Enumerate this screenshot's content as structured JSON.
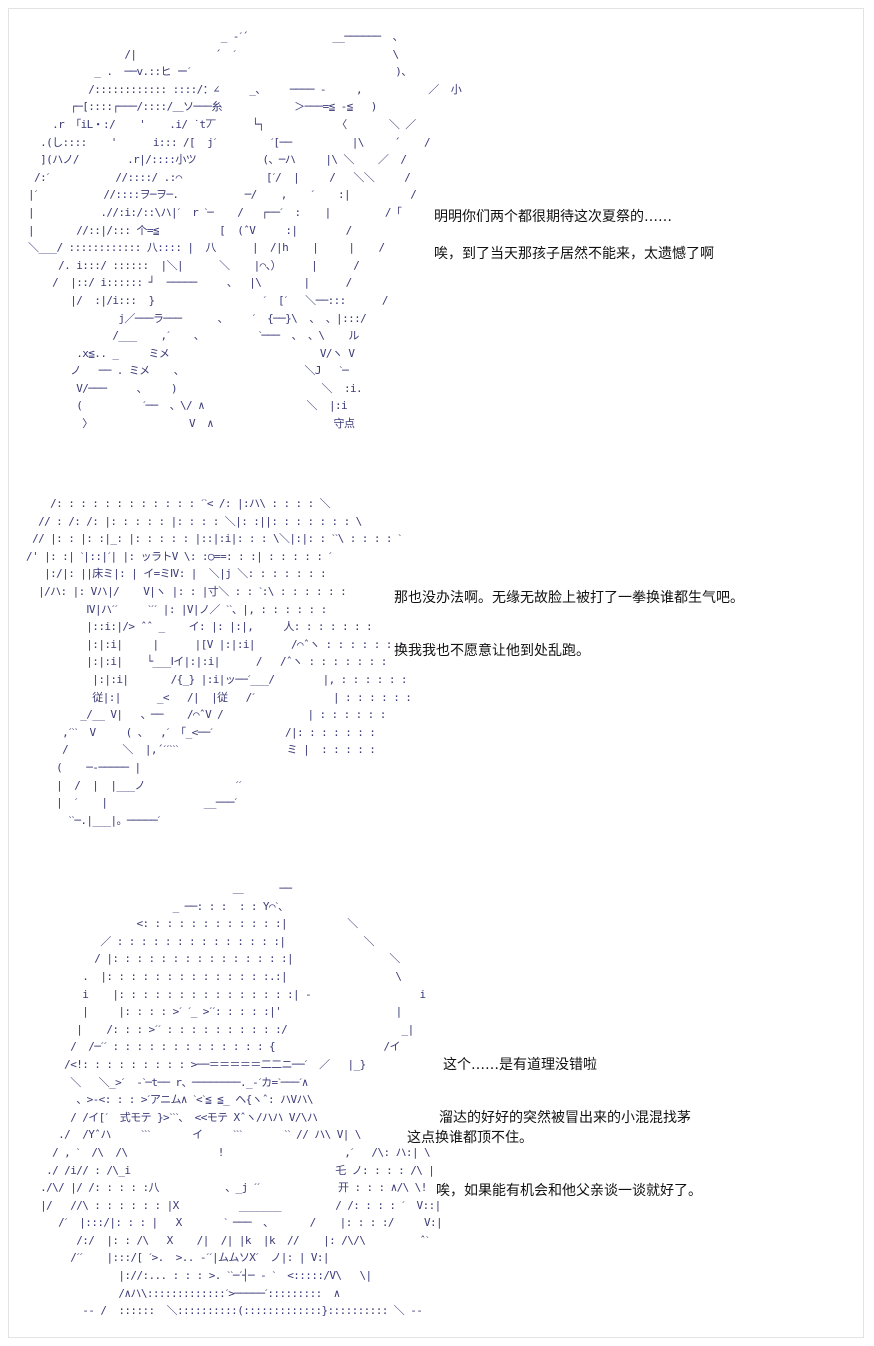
{
  "panels": [
    {
      "art": "                                  _ -ˊ´              __──────  、\n                  /|             ´  ˊ                          \\\n             _ .  ──v.::ヒ ーˊ                                  )、\n            /:::::::::::: ::::/：∠     _、    ──── -     ,           ／  小\n         ┌─[::::┌───/::::/＿ソ───糸            ＞───=≦ -≦   )\n      .r 「iL・:/    '    .i/ ˙t丆      └┐            〈       ＼ ／\n    .(し::::    '      i::: /[  jˊ         ˊ[──          |\\     ´    /\n    ](ハノ/        .r|/::::小ツ           (、─ハ     |\\ ＼    ／  /\n   /:ˊ           //::::/ .:⌒              [ˊ/  |     /   ＼＼     /\n  |ˊ           //::::ヲ─ヲ─.           ─/    ,    ˊ    :|          /\n  |           .//:i:/::\\ハ|ˊ  r ˋ─    /   ┌──ˊ  :    |         /「\n  |       //::|/::: 个=≦          [  (ˆV     :|        /\n  ＼___/ :::::::::::: 八:::: |  八      |  /|h    |     |    /\n       /. i:::/ ::::::  |＼|      ＼    |⌒、）     |      /\n      /  |::/ i:::::: ┘  ─────     、  |\\       |      /\n         |/  :|/i:::  }                  ˊ  [ˊ   ＼──:::      /\n                 j／───ラ───      、    ˊ  {──}\\  、 、|:::/\n                /___    ,ˊ    、         ˋ───  、 、\\    ル\n          .x≦.. _     ミメ                         V/ヽ V\n         ノ   ── . ミメ    、                    ＼J   ˋ─\n          V/───     、    )                        ＼  :i.\n          (          ˊ──  、\\/ ∧                 ＼  |:i\n           〉                V  ∧                    守点",
      "lines": [
        "明明你们两个都很期待这次夏祭的……",
        "唉，到了当天那孩子居然不能来，太遗憾了啊"
      ]
    },
    {
      "art": "      /: : : : : : : : : : : : ˊˋ< /: |:ハ\\ : : : : ＼\n    // : /: /: |: : : : : |: : : : ＼|: :||: : : : : : : \\\n   // |: : |: :|_: |: : : : : |::|:i|: : : \\＼|:|: : ˋˋ\\ : : : : ˋ\n  /' |: :| ˋ|::|ˊ| |: ッラトV \\: :○==: : :| : : : : : ˊ\n     |:/|: ||床ミ|: | イ=ミⅠV: |  ＼|j ＼: : : : : : :\n    |/ハ: |: Vハ|/    V|ヽ |: : |寸＼ : : ˋ:\\ : : : : : :\n            ⅠV|ハˊˊ     ˋˊˊ |: |V|ノ／ ˋˋ、|, : : : : : :\n            |::i:|/> ˆˆ _    イ: |: |:|,     人: : : : : : :\n            |:|:i|     |      |[V |:|:i|      /⌒ˆヽ : : : : : : :\n            |:|:i|    └___Ⅰイ|:|:i|      /   /ˆヽ : : : : : : :\n             |:|:i|       /{_} |:i|ッ──ˊ___/        |, : : : : : :\n             従|:|      _<   /|  |従   /ˊ             | : : : : : :\n           _/__ V|   、──    /⌒ˆV /              | : : : : : :\n        ,ˊˋˋ  V     ( 、  ,ˊ 「_<──ˊ            /|: : : : : : :\n        /         ＼  |,´ˊˊˋˋˋ                  ミ |  : : : : :\n       (    ─-───── |\n       |  /  |  |___ノ               ˊˊ\n       |  ˊ    |                __───ˊ\n         ˋˋ─.|___|。─────ˊ",
      "lines": [
        "那也没办法啊。无缘无故脸上被打了一拳换谁都生气吧。",
        "换我我也不愿意让他到处乱跑。"
      ]
    },
    {
      "art": "                                    ＿      ──\n                          _ ──: : :  : : Y⌒ˋ、\n                    <: : : : : : : : : : : :|          ＼\n              ／ : : : : : : : : : : : : : :|             ＼\n             / |: : : : : : : : : : : : : : :|                ＼\n           .  |: : : : : : : : : : : : : :.:|                  \\\n           i    |: : : : : : : : : : : : : : :| -                  i\n           |     |: : : : >ˊ ˊ_ >ˊˊ: : : : :|'                   |\n          |    /: : : >ˊˊ : : : : : : : : : :/                   _|\n         /  /─ˊˊ : : : : : : : : : : : : : {                  /イ\n        /<!: : : : : : : : : >──＝＝＝＝＝二二ニ──ˊ  ／   |_}\n         ＼   ＼_>ˊ  -ˋ─t── r、────────._-ˊカ=ˋ───ˊ∧\n          、>-<: : : >ˊアニム∧ ˋ<ˋ≦ ≦_ ヘ{ヽˆ: ハVハ\\\n         / /イ[ˊ  式モテ }>ˋˋˋ、 <<モテ Xˆヽ/ハハ V/\\ハ\n       ./  /Yˆハ     ˋˋˋ       イ     ˋˋˋ       ˋˋ // ハ\\ V| \\\n      / , ˋ  /\\  /\\               !                    ,ˊ   /\\: ハ:| \\\n     ./ /i// : /\\_i                                  乇 ノ: : : : /\\ |\n    ./\\/ |/ /: : : : :八           、_j ˊˊ             开 : : : ∧/\\ \\!\n    |/   //\\ : : : : : : |X          _______         / /: : : : ˊ  V::|\n       /ˊ  |:::/|: : : |   X       ˋ ───  、      /    |: : : :/     V:|\n          /:/  |: : /\\   X    /|  /| |k  |k  //    |: /\\/\\         ˆˋ\n         /ˊˊ    |:::/[ ˊ>.  >.. -ˊˊ|ムムソXˊ  ノ|: | V:|\n                 |://:... : : : >. ˋˋ─ˊ┤─ - ˋ  <:::::/V\\   \\|\n                 /∧ハ\\:::::::::::::ˊ>─────ˊ:::::::::  ∧\n           -- /  ::::::  ＼::::::::::(:::::::::::::}:::::::::: ＼ --",
      "lines": [
        "这个……是有道理没错啦",
        "溜达的好好的突然被冒出来的小混混找茅",
        "这点换谁都顶不住。",
        "唉，如果能有机会和他父亲谈一谈就好了。"
      ]
    }
  ]
}
